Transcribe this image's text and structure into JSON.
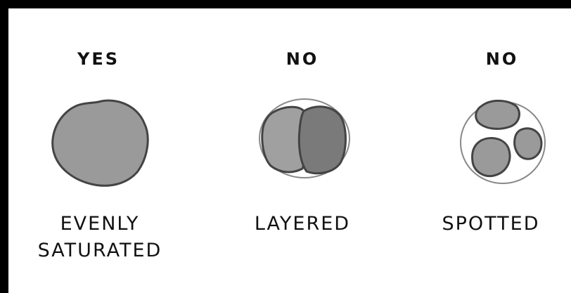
{
  "colors": {
    "border": "#000000",
    "background": "#ffffff",
    "blob_fill": "#9a9a9a",
    "blob_dark": "#7a7a7a",
    "outline": "#444444"
  },
  "columns": [
    {
      "verdict": "YES",
      "caption_line1": "EVENLY",
      "caption_line2": "SATURATED",
      "icon": "evenly-saturated-blob-icon"
    },
    {
      "verdict": "NO",
      "caption_line1": "LAYERED",
      "caption_line2": "",
      "icon": "layered-blob-icon"
    },
    {
      "verdict": "NO",
      "caption_line1": "SPOTTED",
      "caption_line2": "",
      "icon": "spotted-blob-icon"
    }
  ]
}
